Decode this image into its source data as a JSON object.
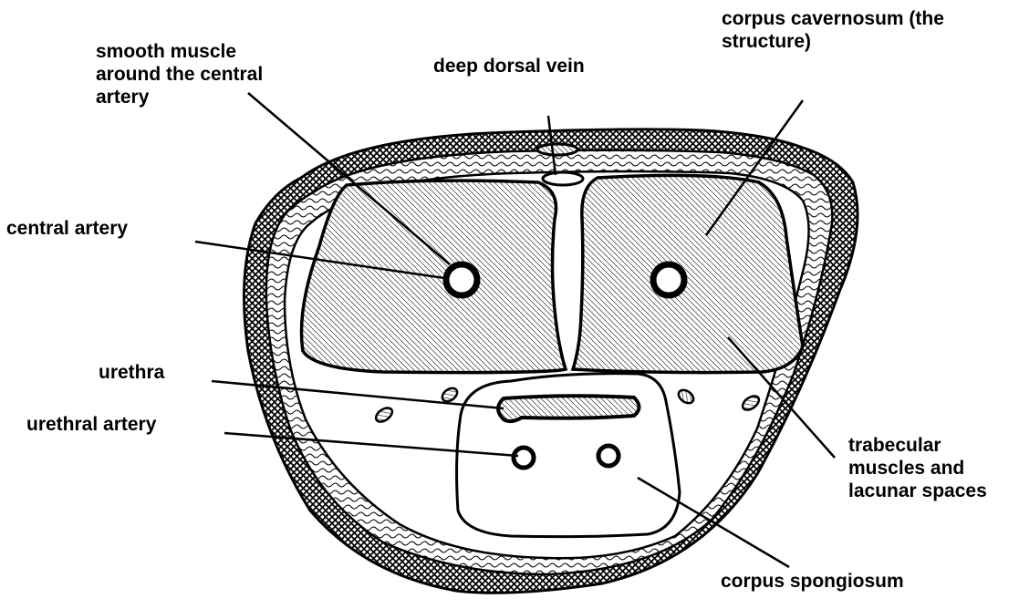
{
  "colors": {
    "background": "#ffffff",
    "ink": "#000000"
  },
  "labels": {
    "smooth_muscle": [
      "smooth muscle",
      "around the central",
      "artery"
    ],
    "deep_dorsal_vein": "deep dorsal vein",
    "corpus_cavernosum": [
      "corpus cavernosum (the",
      "structure)"
    ],
    "central_artery": "central artery",
    "urethra": "urethra",
    "urethral_artery": "urethral artery",
    "trabecular": [
      "trabecular",
      "muscles and",
      "lacunar spaces"
    ],
    "corpus_spongiosum": "corpus spongiosum"
  }
}
